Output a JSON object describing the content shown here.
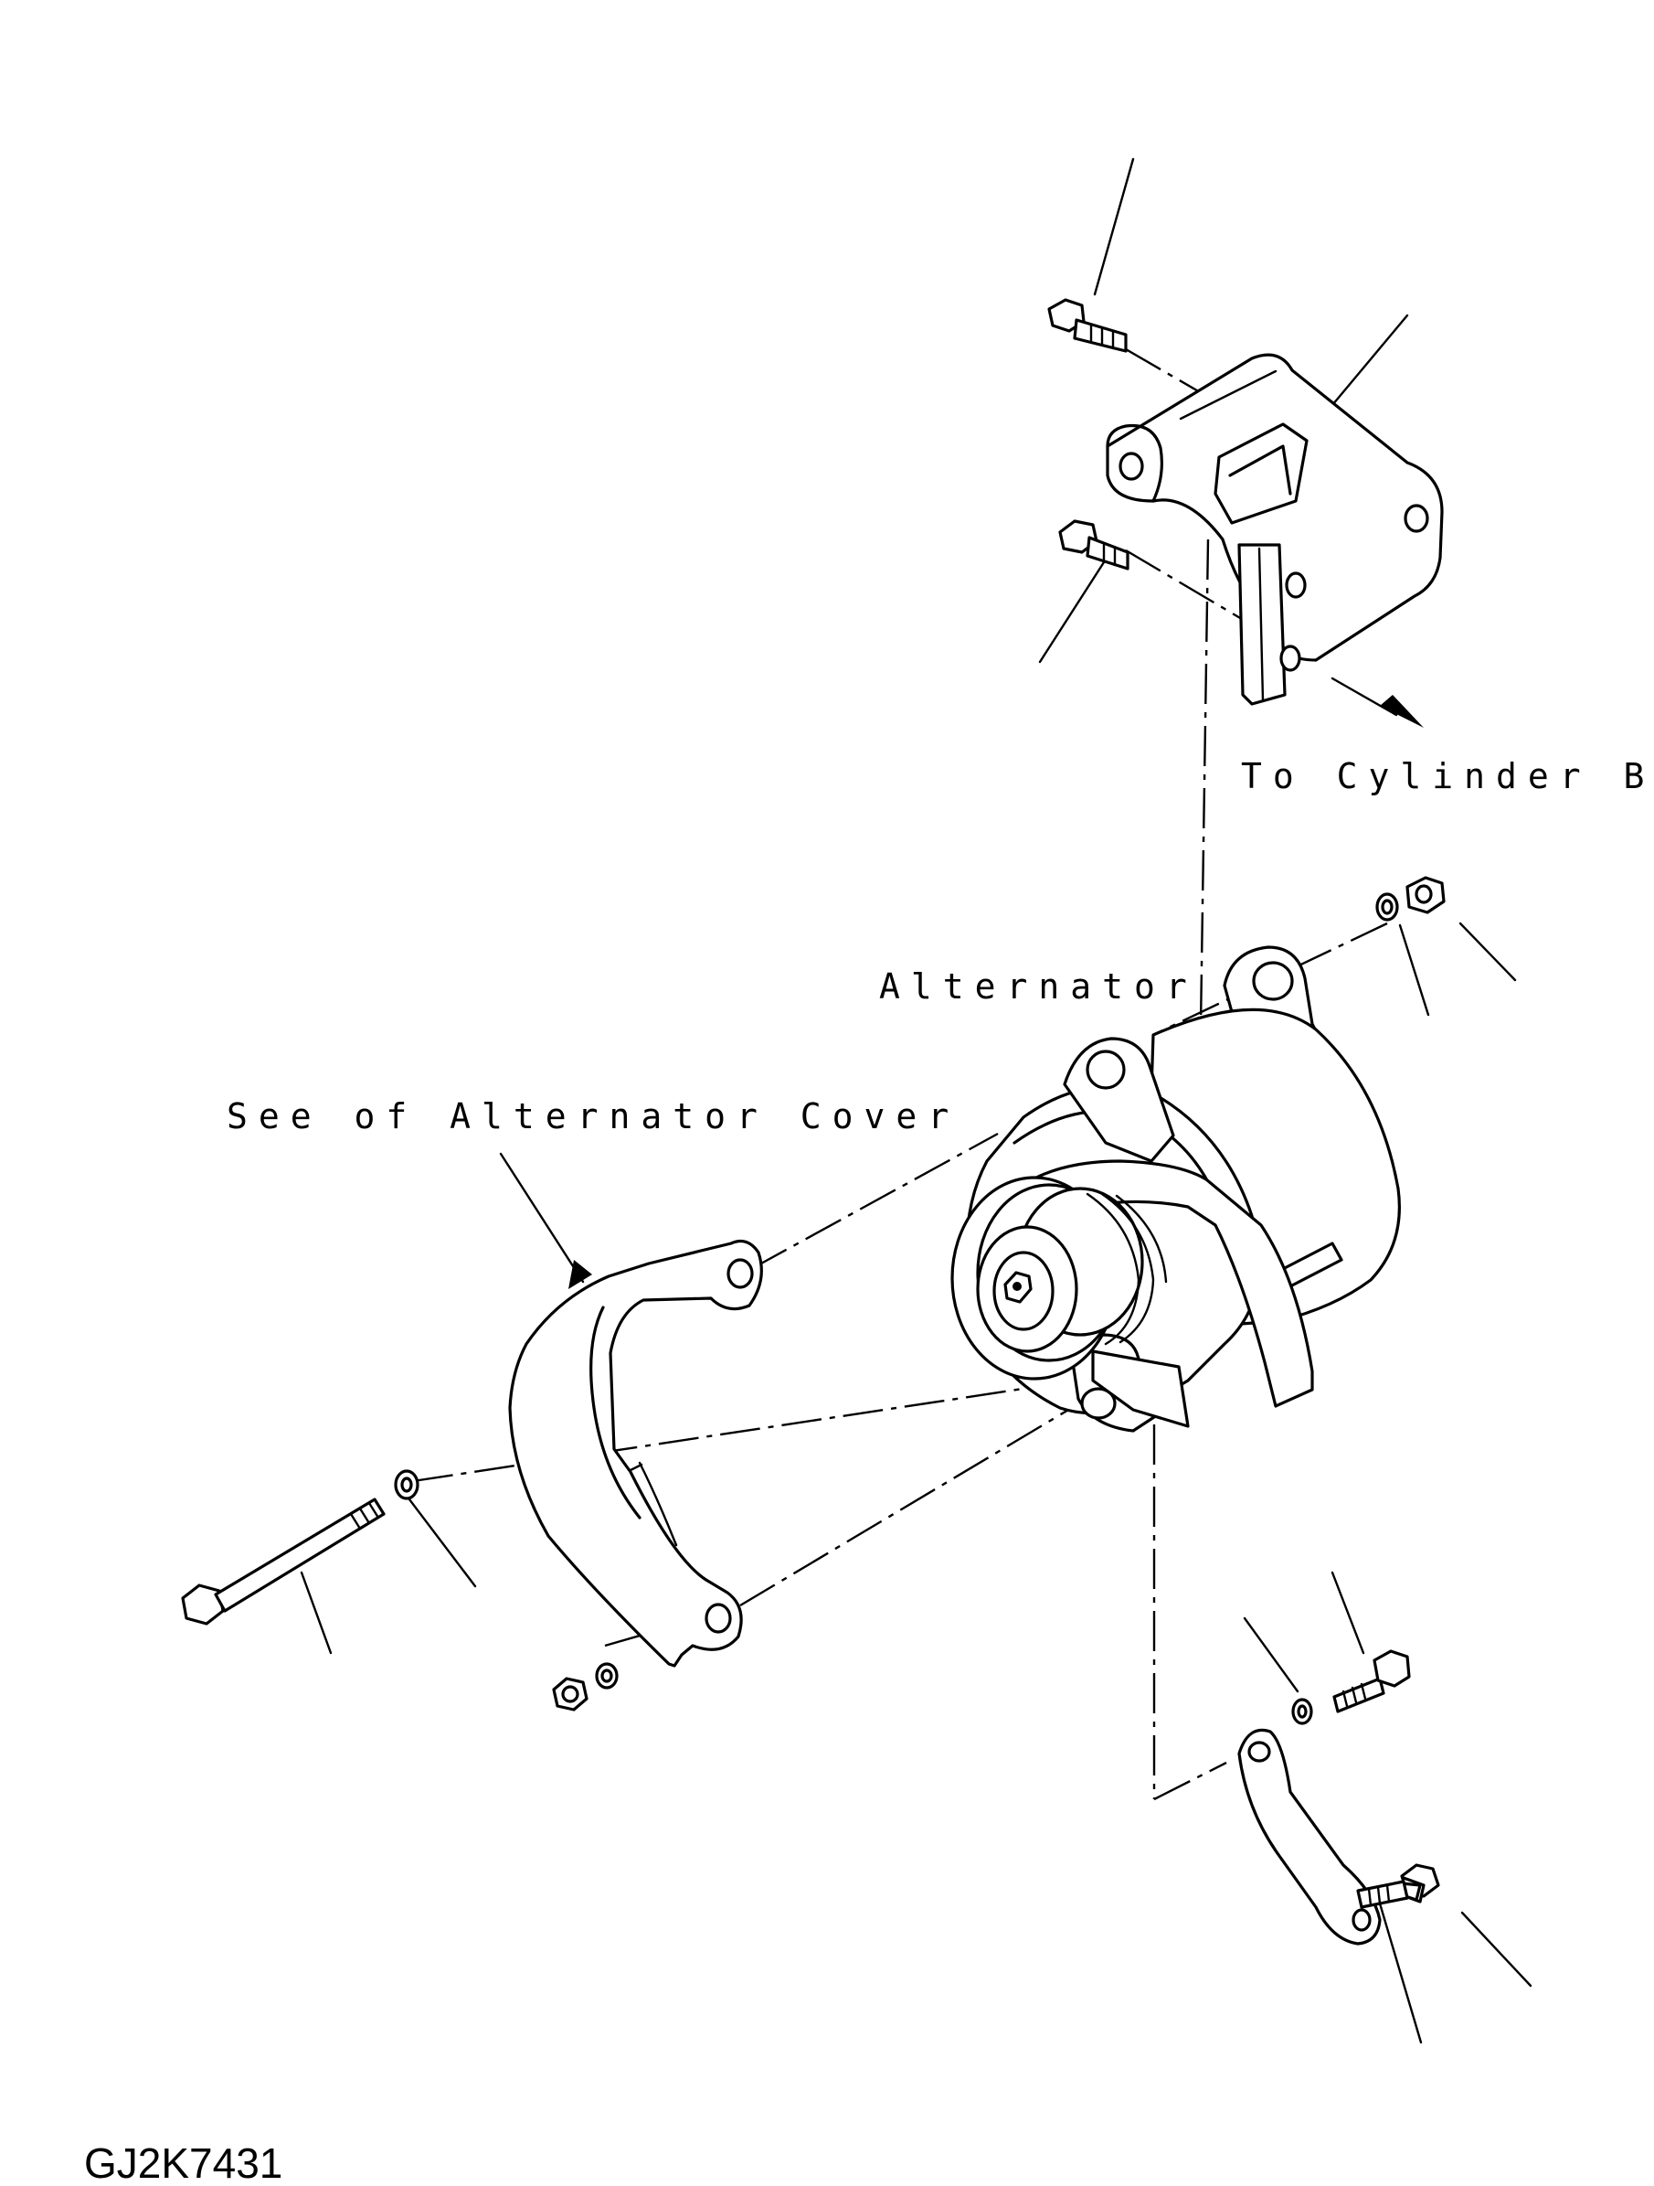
{
  "labels": {
    "to_cylinder_block": "To Cylinder Block",
    "alternator": "Alternator",
    "see_alternator_cover": "See of Alternator Cover"
  },
  "drawing_code": "GJ2K7431"
}
